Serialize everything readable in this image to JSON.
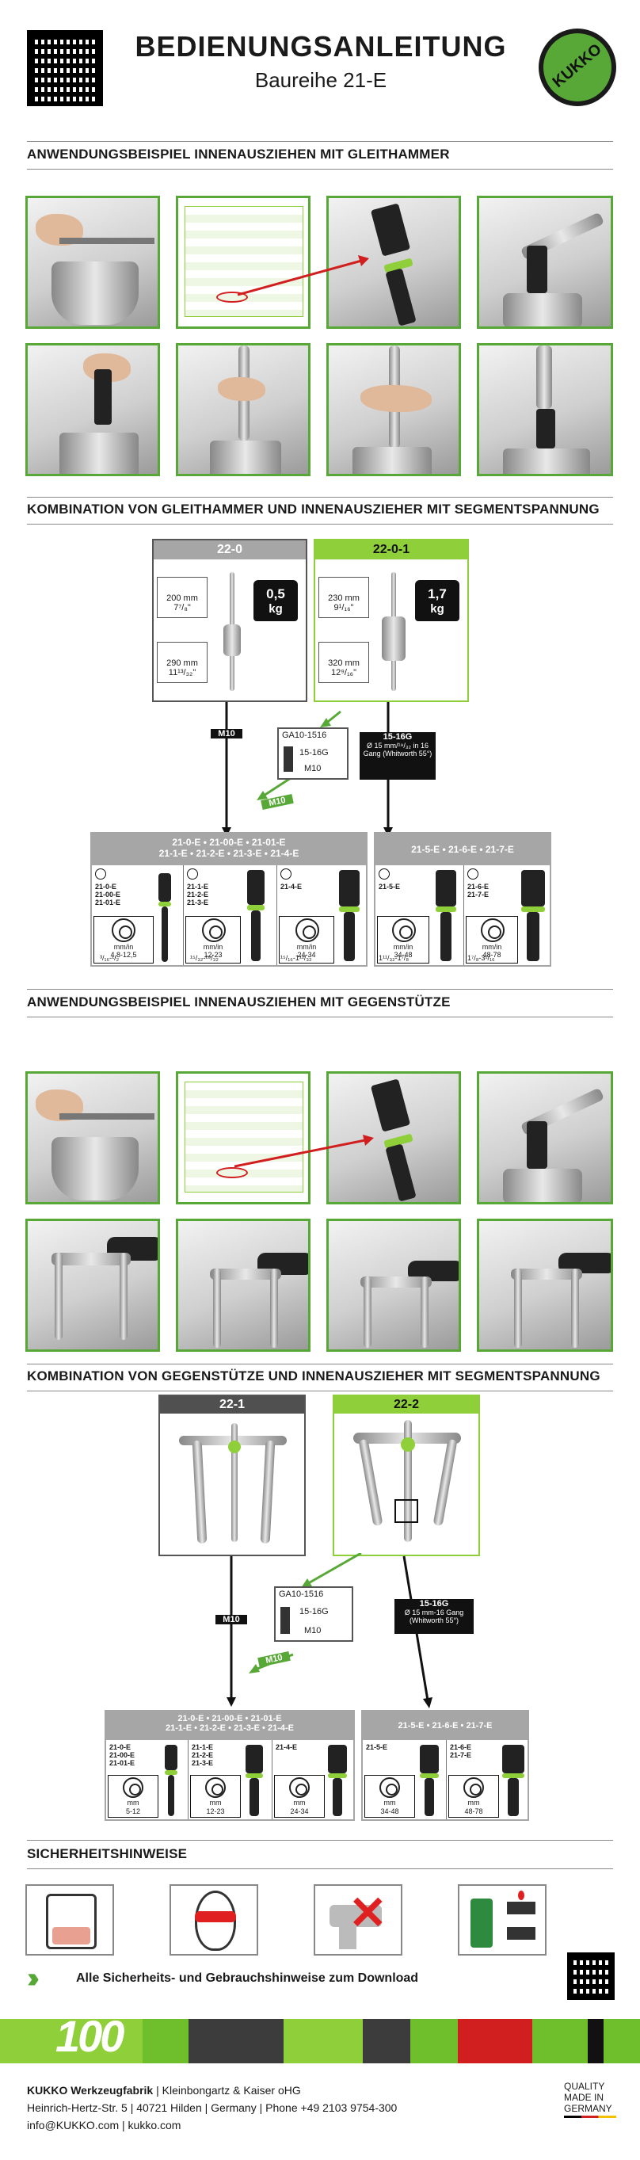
{
  "header": {
    "title": "BEDIENUNGSANLEITUNG",
    "subtitle": "Baureihe 21-E",
    "logo_text": "KUKKO"
  },
  "sections": {
    "s1": "ANWENDUNGSBEISPIEL INNENAUSZIEHEN MIT GLEITHAMMER",
    "s2": "KOMBINATION VON GLEITHAMMER UND INNENAUSZIEHER MIT SEGMENTSPANNUNG",
    "s3": "ANWENDUNGSBEISPIEL INNENAUSZIEHEN MIT GEGENSTÜTZE",
    "s4": "KOMBINATION VON GEGENSTÜTZE UND INNENAUSZIEHER MIT SEGMENTSPANNUNG",
    "s5": "SICHERHEITSHINWEISE"
  },
  "combo1": {
    "hammer_left": {
      "code": "22-0",
      "len1": "200 mm",
      "len1_in": "7⁷/₈\"",
      "len2": "290 mm",
      "len2_in": "11¹³/₃₂\"",
      "weight": "0,5",
      "weight_unit": "kg"
    },
    "hammer_right": {
      "code": "22-0-1",
      "len1": "230 mm",
      "len1_in": "9¹/₁₆\"",
      "len2": "320 mm",
      "len2_in": "12⁹/₁₆\"",
      "weight": "1,7",
      "weight_unit": "kg"
    },
    "adapter": {
      "code": "GA10-1516",
      "top": "15-16G",
      "bottom": "M10"
    },
    "thread_left": "M10",
    "thread_mid": "M10",
    "thread_right_code": "15-16G",
    "thread_right_desc": "Ø 15 mm/¹⁹/₃₂ in 16 Gang (Whitworth 55°)",
    "group_a": {
      "title1": "21-0-E • 21-00-E • 21-01-E",
      "title2": "21-1-E • 21-2-E • 21-3-E • 21-4-E",
      "cols": [
        {
          "models": [
            "21-0-E",
            "21-00-E",
            "21-01-E"
          ],
          "unit": "mm/in",
          "range": "4,8-12,5",
          "range_in": "³/₁₆-¹/₂"
        },
        {
          "models": [
            "21-1-E",
            "21-2-E",
            "21-3-E"
          ],
          "unit": "mm/in",
          "range": "12-23",
          "range_in": "¹⁵/₃₂-²⁹/₃₂"
        },
        {
          "models": [
            "21-4-E"
          ],
          "unit": "mm/in",
          "range": "24-34",
          "range_in": "¹⁵/₁₆-1¹¹/₃₂"
        }
      ]
    },
    "group_b": {
      "title": "21-5-E • 21-6-E • 21-7-E",
      "cols": [
        {
          "models": [
            "21-5-E"
          ],
          "unit": "mm/in",
          "range": "34-48",
          "range_in": "1¹¹/₃₂-1⁷/₈"
        },
        {
          "models": [
            "21-6-E",
            "21-7-E"
          ],
          "unit": "mm/in",
          "range": "48-78",
          "range_in": "1⁷/₈-3¹/₁₆"
        }
      ]
    }
  },
  "combo2": {
    "puller_left": "22-1",
    "puller_right": "22-2",
    "adapter": {
      "code": "GA10-1516",
      "top": "15-16G",
      "bottom": "M10"
    },
    "thread_left": "M10",
    "thread_mid": "M10",
    "thread_right_code": "15-16G",
    "thread_right_desc": "Ø 15 mm-16 Gang (Whitworth 55°)",
    "group_a": {
      "title1": "21-0-E • 21-00-E • 21-01-E",
      "title2": "21-1-E • 21-2-E • 21-3-E • 21-4-E",
      "cols": [
        {
          "models": [
            "21-0-E",
            "21-00-E",
            "21-01-E"
          ],
          "unit": "mm",
          "range": "5-12"
        },
        {
          "models": [
            "21-1-E",
            "21-2-E",
            "21-3-E"
          ],
          "unit": "mm",
          "range": "12-23"
        },
        {
          "models": [
            "21-4-E"
          ],
          "unit": "mm",
          "range": "24-34"
        }
      ]
    },
    "group_b": {
      "title": "21-5-E • 21-6-E • 21-7-E",
      "cols": [
        {
          "models": [
            "21-5-E"
          ],
          "unit": "mm",
          "range": "34-48"
        },
        {
          "models": [
            "21-6-E",
            "21-7-E"
          ],
          "unit": "mm",
          "range": "48-78"
        }
      ]
    }
  },
  "download_text": "Alle Sicherheits- und Gebrauchshinweise zum Download",
  "footer": {
    "anniversary": "100",
    "company_bold": "KUKKO Werkzeugfabrik",
    "company_rest": " | Kleinbongartz & Kaiser oHG",
    "address": "Heinrich-Hertz-Str. 5 | 40721 Hilden | Germany | Phone +49 2103 9754-300",
    "contact": "info@KUKKO.com | kukko.com",
    "quality1": "QUALITY",
    "quality2": "MADE IN",
    "quality3": "GERMANY"
  },
  "colors": {
    "accent_green": "#8fcf3a",
    "dark_gray": "#505050",
    "mid_gray": "#a6a6a6",
    "arrow_red": "#d11f1f",
    "arrow_green": "#58a838"
  }
}
